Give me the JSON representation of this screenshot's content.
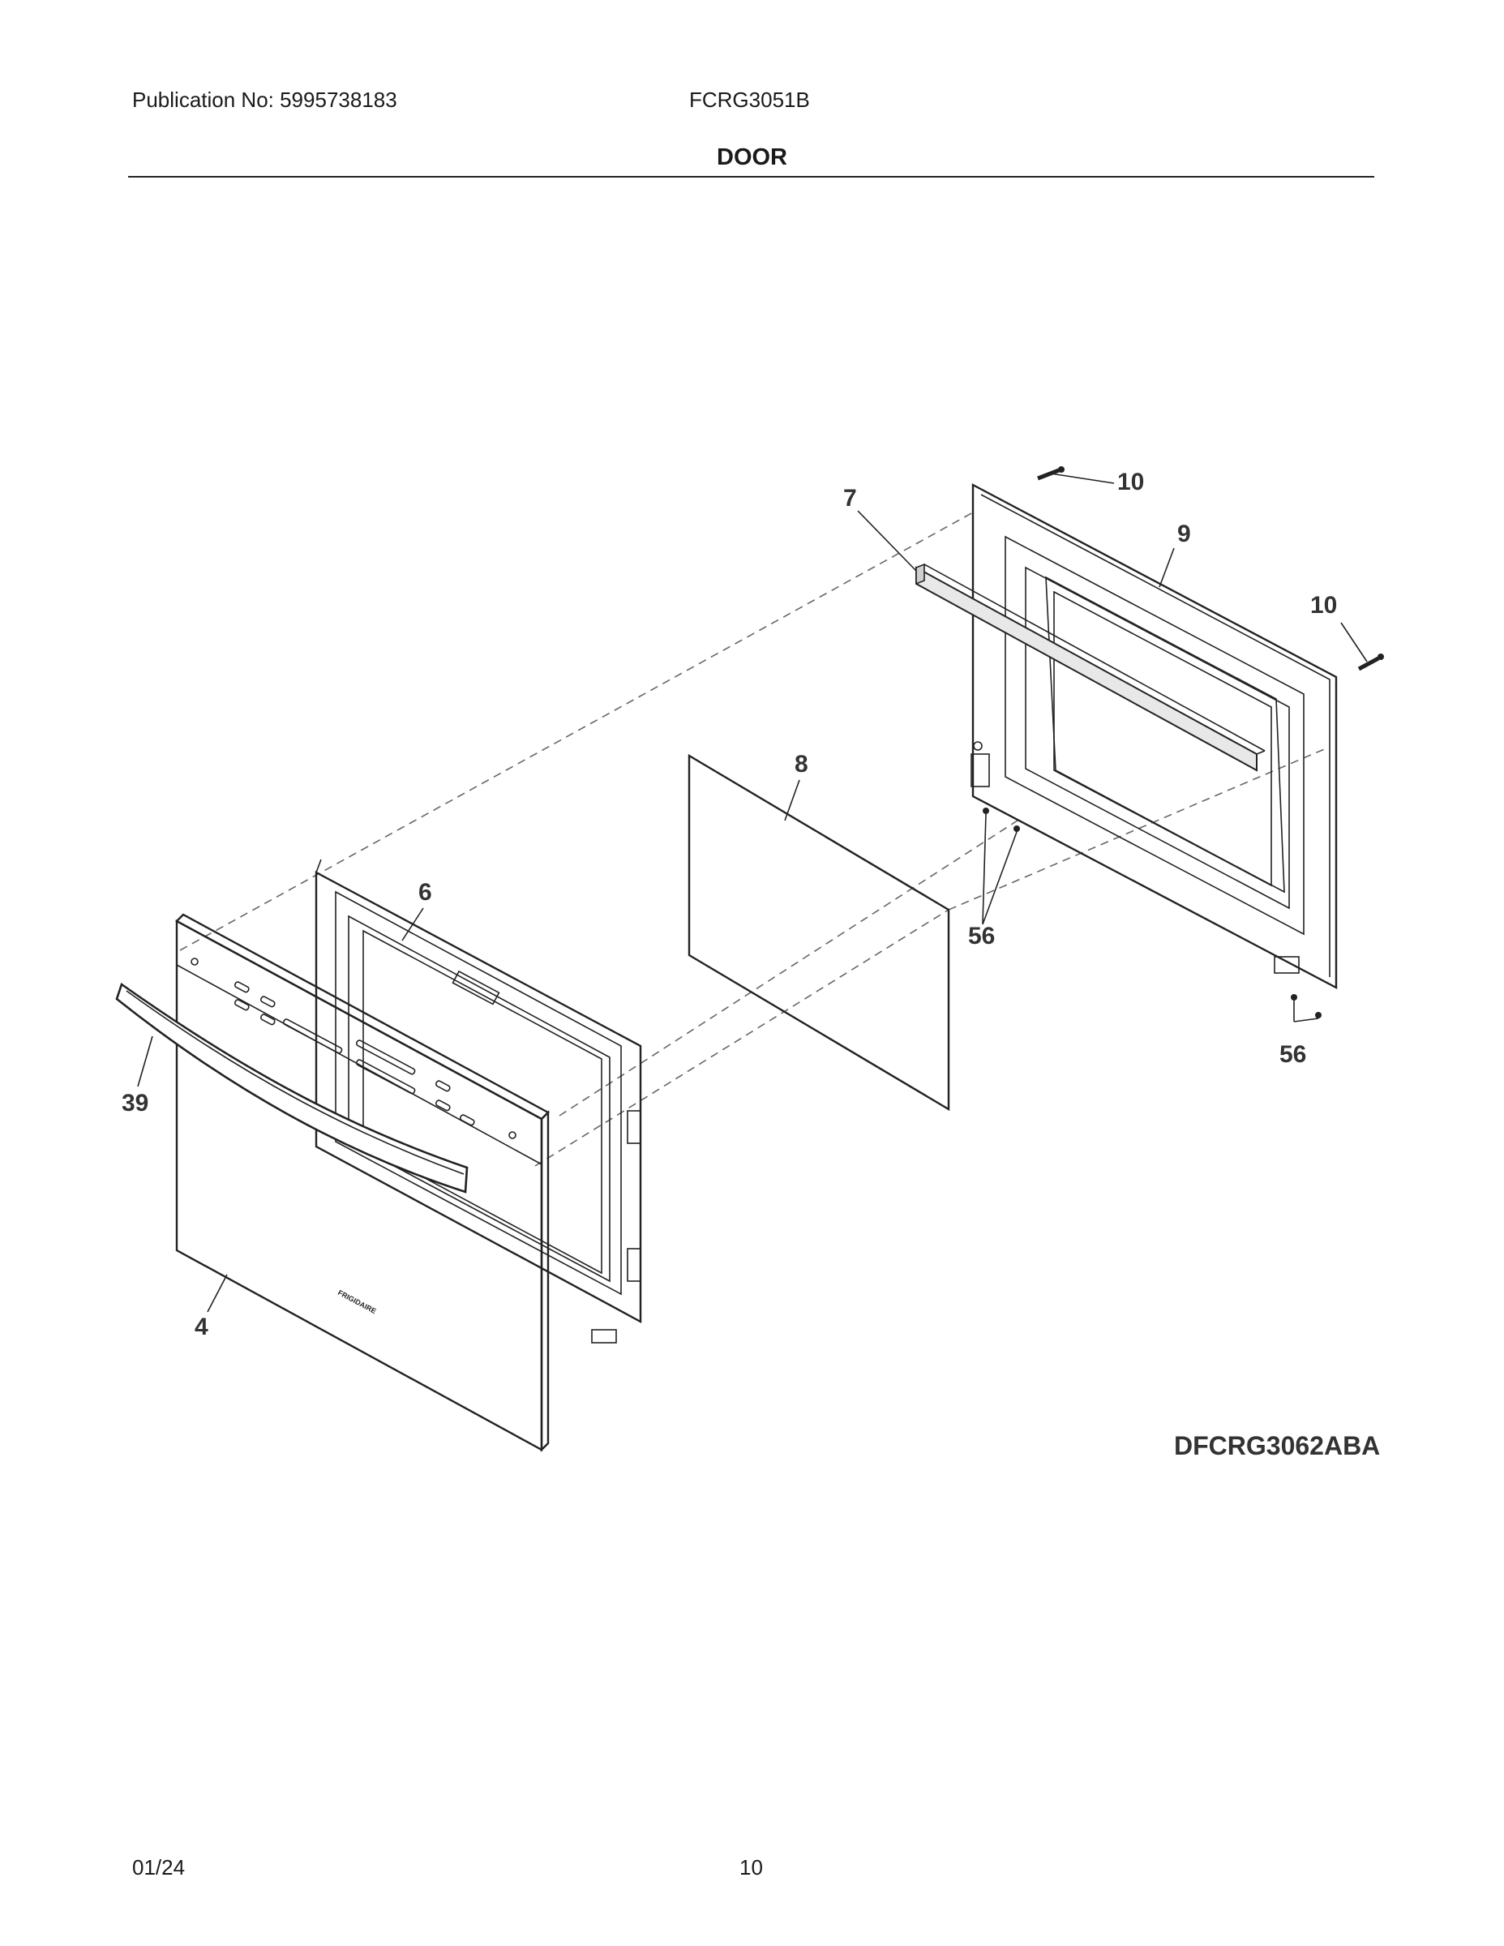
{
  "header": {
    "publication": "Publication No: 5995738183",
    "model": "FCRG3051B",
    "section_title": "DOOR"
  },
  "diagram": {
    "code": "DFCRG3062ABA",
    "brand_mark": "FRIGIDAIRE",
    "part_labels": {
      "p4": "4",
      "p6": "6",
      "p7": "7",
      "p8": "8",
      "p9": "9",
      "p10a": "10",
      "p10b": "10",
      "p39": "39",
      "p56a": "56",
      "p56b": "56"
    }
  },
  "footer": {
    "date": "01/24",
    "page": "10"
  }
}
